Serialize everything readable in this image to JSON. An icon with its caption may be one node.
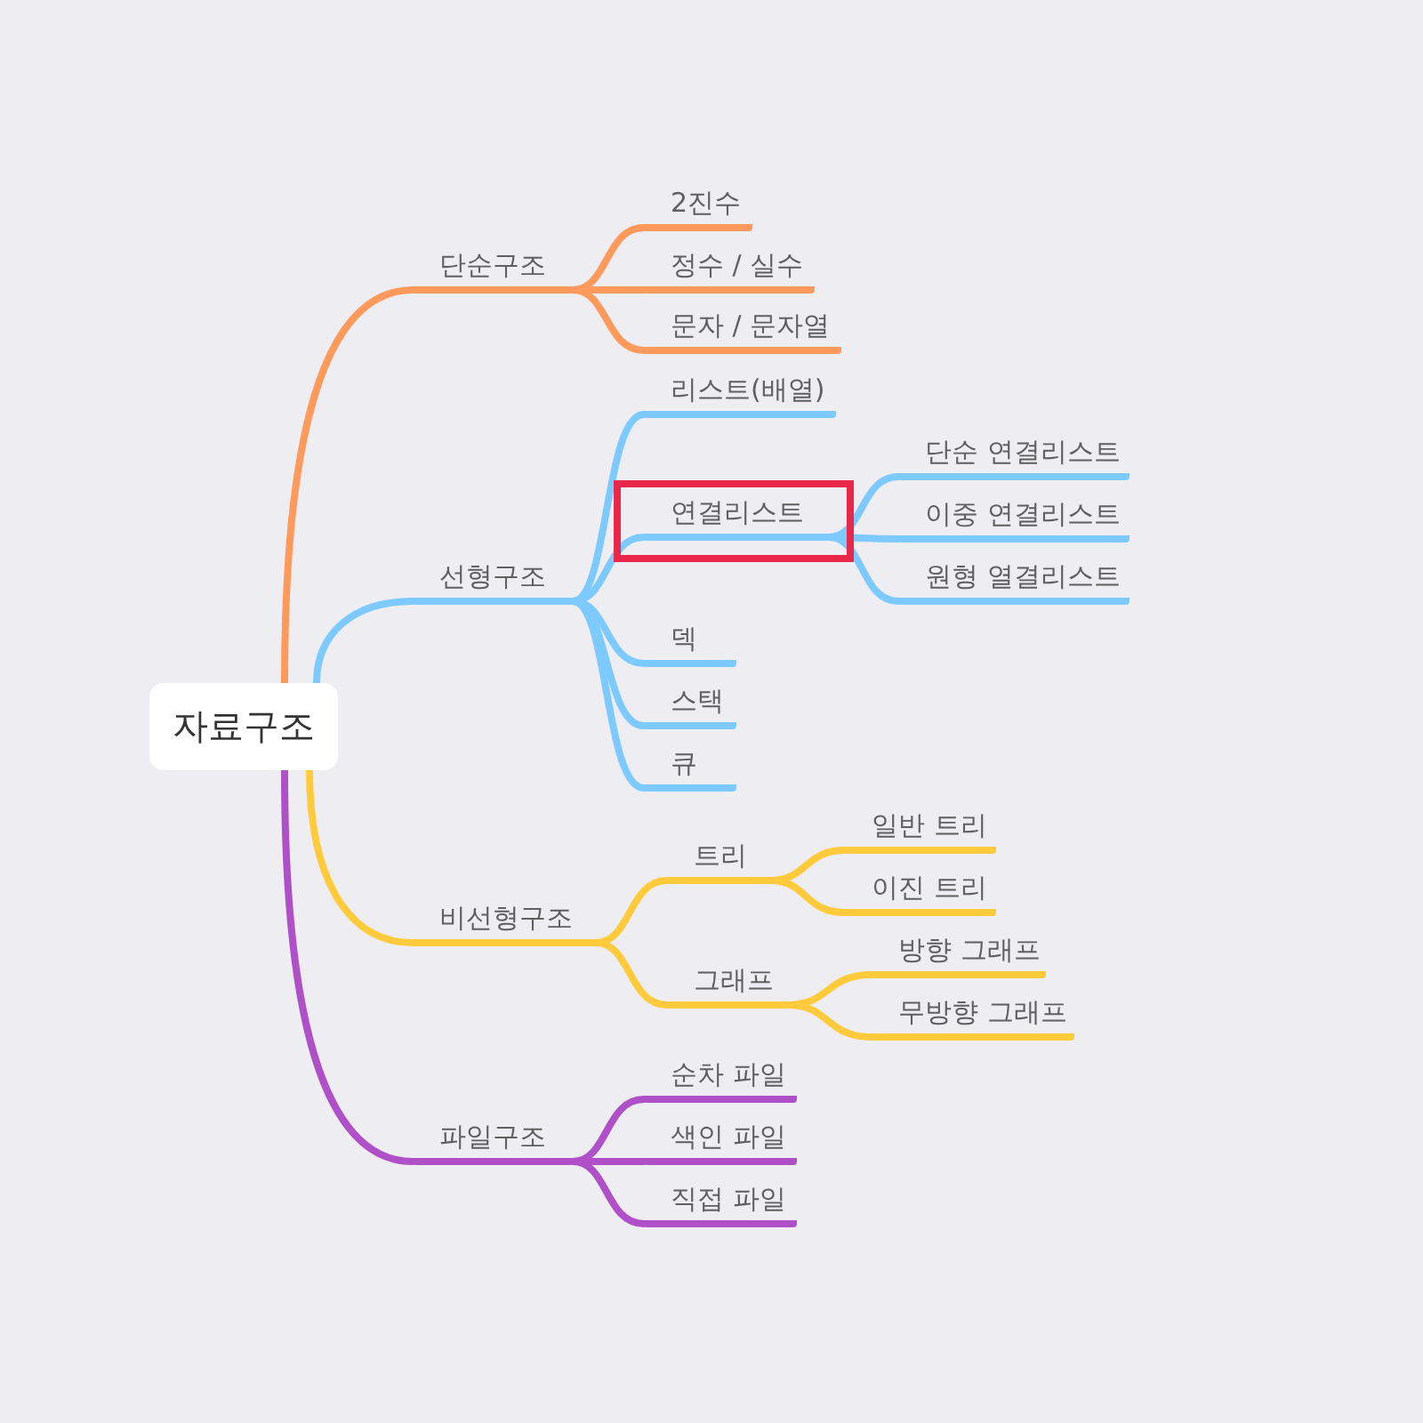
{
  "diagram": {
    "nodes": [
      {
        "text": [
          "자료구조"
        ]
      },
      {
        "text": [
          "단순구조"
        ]
      },
      {
        "text": [
          "2진수"
        ]
      },
      {
        "text": [
          "정수 / 실수"
        ]
      },
      {
        "text": [
          "문자 / 문자열"
        ]
      },
      {
        "text": [
          "선형구조"
        ]
      },
      {
        "text": [
          "리스트(배열)"
        ]
      },
      {
        "text": [],
        "shape": "box"
      },
      {
        "text": [
          "연결리스트"
        ],
        "in": 7
      },
      {
        "text": [
          "단순 연결리스트"
        ]
      },
      {
        "text": [
          "이중 연결리스트"
        ]
      },
      {
        "text": [
          "원형 열결리스트"
        ]
      },
      {
        "text": [
          "덱"
        ]
      },
      {
        "text": [
          "스택"
        ]
      },
      {
        "text": [
          "큐"
        ]
      },
      {
        "text": [
          "비선형구조"
        ]
      },
      {
        "text": [
          "트리"
        ]
      },
      {
        "text": [
          "일반 트리"
        ]
      },
      {
        "text": [
          "이진 트리"
        ]
      },
      {
        "text": [
          "그래프"
        ]
      },
      {
        "text": [
          "방향 그래프"
        ]
      },
      {
        "text": [
          "무방향 그래프"
        ]
      },
      {
        "text": [
          "파일구조"
        ]
      },
      {
        "text": [
          "순차 파일"
        ]
      },
      {
        "text": [
          "색인 파일"
        ]
      },
      {
        "text": [
          "직접 파일"
        ]
      }
    ],
    "edges": [
      {
        "from": 0,
        "to": 1,
        "arrow": "none",
        "color": "#ff9a5c"
      },
      {
        "from": 1,
        "to": 2,
        "arrow": "none",
        "color": "#ff9a5c"
      },
      {
        "from": 1,
        "to": 3,
        "arrow": "none",
        "color": "#ff9a5c"
      },
      {
        "from": 1,
        "to": 4,
        "arrow": "none",
        "color": "#ff9a5c"
      },
      {
        "from": 0,
        "to": 5,
        "arrow": "none",
        "color": "#7ccaff"
      },
      {
        "from": 5,
        "to": 6,
        "arrow": "none",
        "color": "#7ccaff"
      },
      {
        "from": 5,
        "to": 8,
        "arrow": "none",
        "color": "#7ccaff"
      },
      {
        "from": 8,
        "to": 9,
        "arrow": "none",
        "color": "#7ccaff"
      },
      {
        "from": 8,
        "to": 10,
        "arrow": "none",
        "color": "#7ccaff"
      },
      {
        "from": 8,
        "to": 11,
        "arrow": "none",
        "color": "#7ccaff"
      },
      {
        "from": 5,
        "to": 12,
        "arrow": "none",
        "color": "#7ccaff"
      },
      {
        "from": 5,
        "to": 13,
        "arrow": "none",
        "color": "#7ccaff"
      },
      {
        "from": 5,
        "to": 14,
        "arrow": "none",
        "color": "#7ccaff"
      },
      {
        "from": 0,
        "to": 15,
        "arrow": "none",
        "color": "#ffcb3d"
      },
      {
        "from": 15,
        "to": 16,
        "arrow": "none",
        "color": "#ffcb3d"
      },
      {
        "from": 16,
        "to": 17,
        "arrow": "none",
        "color": "#ffcb3d"
      },
      {
        "from": 16,
        "to": 18,
        "arrow": "none",
        "color": "#ffcb3d"
      },
      {
        "from": 15,
        "to": 19,
        "arrow": "none",
        "color": "#ffcb3d"
      },
      {
        "from": 19,
        "to": 20,
        "arrow": "none",
        "color": "#ffcb3d"
      },
      {
        "from": 19,
        "to": 21,
        "arrow": "none",
        "color": "#ffcb3d"
      },
      {
        "from": 0,
        "to": 22,
        "arrow": "none",
        "color": "#b050c8"
      },
      {
        "from": 22,
        "to": 23,
        "arrow": "none",
        "color": "#b050c8"
      },
      {
        "from": 22,
        "to": 24,
        "arrow": "none",
        "color": "#b050c8"
      },
      {
        "from": 22,
        "to": 25,
        "arrow": "none",
        "color": "#b050c8"
      }
    ]
  }
}
